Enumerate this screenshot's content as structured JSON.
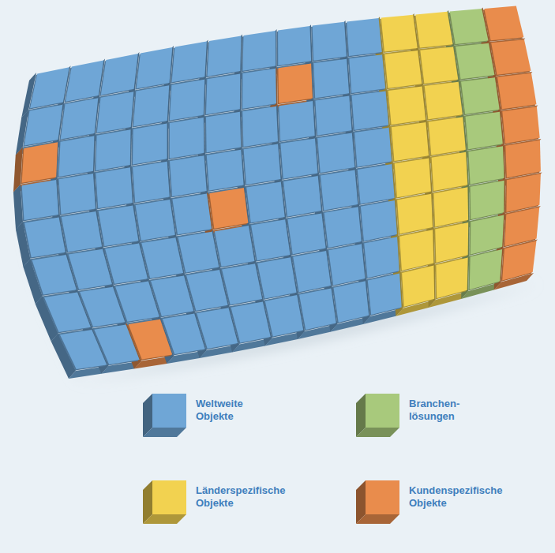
{
  "diagram": {
    "legend": [
      {
        "text": "Weltweite Objekte",
        "color": "#6fa6d6"
      },
      {
        "text": "Branchen- lösungen",
        "color": "#a8c97c"
      },
      {
        "text": "Länderspezifische Objekte",
        "color": "#f2d250"
      },
      {
        "text": "Kundenspezifische Objekte",
        "color": "#e98c4c"
      }
    ]
  }
}
